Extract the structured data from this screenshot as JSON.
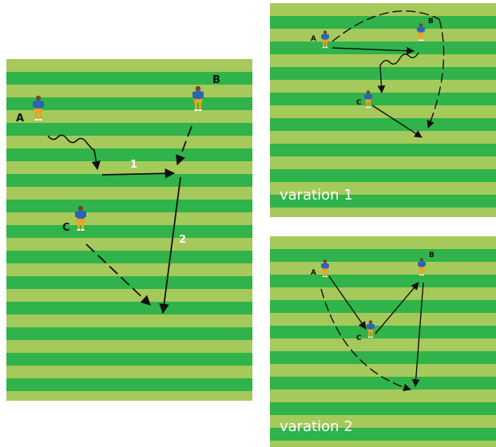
{
  "main": {
    "labels": {
      "a": "A",
      "b": "B",
      "c": "C",
      "pass1": "1",
      "pass2": "2"
    }
  },
  "variation1": {
    "caption": "varation 1",
    "labels": {
      "a": "A",
      "b": "B",
      "c": "C"
    }
  },
  "variation2": {
    "caption": "varation 2",
    "labels": {
      "a": "A",
      "b": "B",
      "c": "C"
    }
  },
  "colors": {
    "grass_light": "#a6c95c",
    "grass_dark": "#2fb34a",
    "jersey": "#2a63b8",
    "shorts": "#f0a020",
    "arrow": "#111111",
    "pass_label": "#ffffff"
  }
}
